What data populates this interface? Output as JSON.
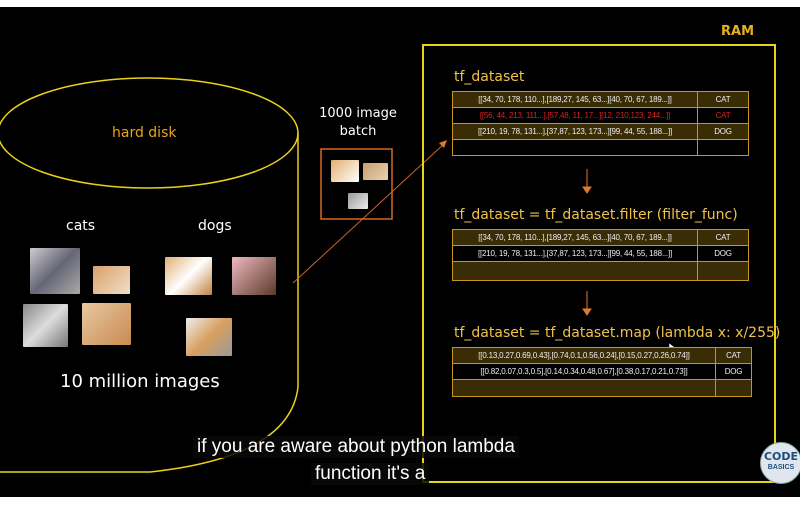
{
  "disk": {
    "label": "hard disk",
    "cats": "cats",
    "dogs": "dogs",
    "count": "10 million images"
  },
  "batch": {
    "label_line1": "1000 image",
    "label_line2": "batch"
  },
  "ram": {
    "label": "RAM"
  },
  "step1": {
    "title": "tf_dataset",
    "rows": [
      {
        "data": "[[34, 70, 178, 110...],[189,27, 145, 63...][40, 70, 67, 189...]]",
        "label": "CAT"
      },
      {
        "data": "[[56, 44, 213, 111...],[57,48, 11, 17...][12, 210,123, 244...]]",
        "label": "CAT"
      },
      {
        "data": "[[210, 19, 78, 131...],[37,87, 123, 173...][99, 44, 55, 188...]]",
        "label": "DOG"
      }
    ]
  },
  "step2": {
    "title": "tf_dataset = tf_dataset.filter (filter_func)",
    "rows": [
      {
        "data": "[[34, 70, 178, 110...],[189,27, 145, 63...][40, 70, 67, 189...]]",
        "label": "CAT"
      },
      {
        "data": "[[210, 19, 78, 131...],[37,87, 123, 173...][99, 44, 55, 188...]]",
        "label": "DOG"
      }
    ]
  },
  "step3": {
    "title": "tf_dataset = tf_dataset.map (lambda x: x/255)",
    "rows": [
      {
        "data": "[[0.13,0.27,0.69,0.43],[0.74,0.1,0.56,0.24],[0.15,0.27,0.26,0.74]]",
        "label": "CAT"
      },
      {
        "data": "[[0.82,0.07,0.3,0.5],[0.14,0.34,0.48,0.67],[0.38,0.17,0.21,0.73]]",
        "label": "DOG"
      }
    ]
  },
  "subtitles": {
    "line1": "if you are aware about python lambda",
    "line2": "function it's a"
  },
  "logo": {
    "text": "CODE",
    "subtext": "BASICS"
  },
  "colors": {
    "accent": "#e8c21a",
    "arrow": "#d2691e",
    "highlight": "#d42222"
  }
}
